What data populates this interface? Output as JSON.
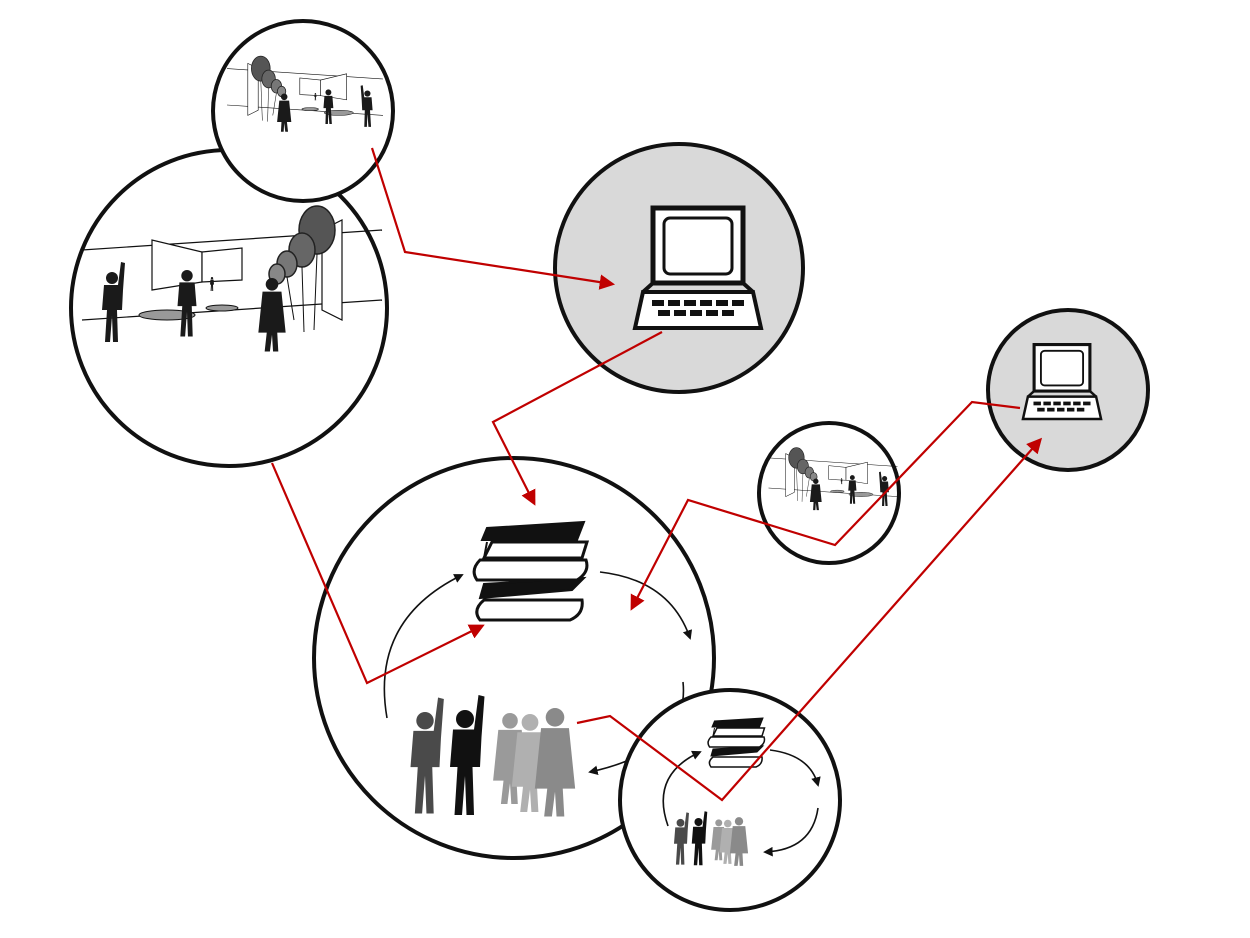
{
  "colors": {
    "background": "#ffffff",
    "circle_outline": "#111111",
    "computer_fill": "#d9d9d9",
    "link_red": "#c00000",
    "silhouette_dark": "#111111",
    "silhouette_mid": "#4a4a4a",
    "silhouette_light": "#9a9a9a"
  },
  "icons": {
    "street_scene": "street-scene-icon",
    "computer": "computer-icon",
    "books": "books-stack-icon",
    "people": "people-group-icon"
  },
  "nodes": [
    {
      "id": "street-scene-large",
      "icon": "street-scene-icon"
    },
    {
      "id": "street-scene-top",
      "icon": "street-scene-icon"
    },
    {
      "id": "computer-large",
      "icon": "computer-icon"
    },
    {
      "id": "computer-small",
      "icon": "computer-icon"
    },
    {
      "id": "street-scene-small",
      "icon": "street-scene-icon"
    },
    {
      "id": "books-people-large",
      "icon": "books-stack-icon"
    },
    {
      "id": "books-people-small",
      "icon": "books-stack-icon"
    }
  ]
}
